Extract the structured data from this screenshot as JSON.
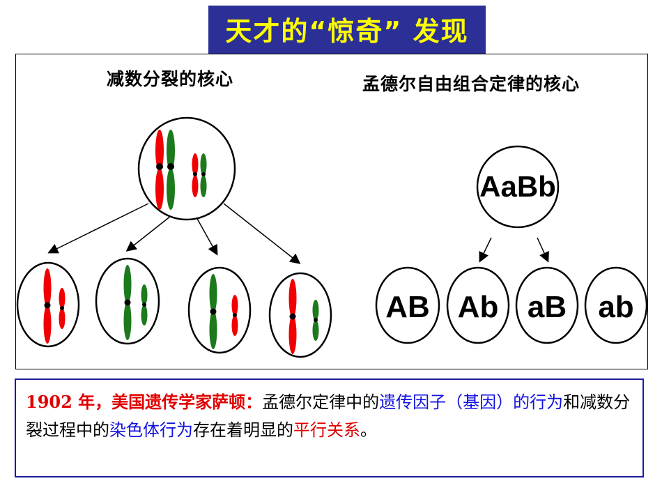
{
  "title": "天才的“惊奇” 发现",
  "left_diagram": {
    "title": "减数分裂的核心"
  },
  "right_diagram": {
    "title": "孟德尔自由组合定律的核心",
    "parent_label": "AaBb",
    "gamete_labels": [
      "AB",
      "Ab",
      "aB",
      "ab"
    ]
  },
  "colors": {
    "title_bg": "#2b2f96",
    "title_text": "#ffff00",
    "chromosome_red": "#f00000",
    "chromosome_green": "#1c7a1c",
    "emphasis_red": "#e00000",
    "emphasis_blue": "#1010e0"
  },
  "note": {
    "year_prefix": "1902 年，美国遗传学家萨顿：",
    "s1": "孟德尔定律中的",
    "s2": "遗传因子（基因）的行为",
    "s3": "和减数分裂过程中的",
    "s4": "染色体行为",
    "s5": "存在着明显的",
    "s6": "平行关系",
    "s7": "。"
  }
}
